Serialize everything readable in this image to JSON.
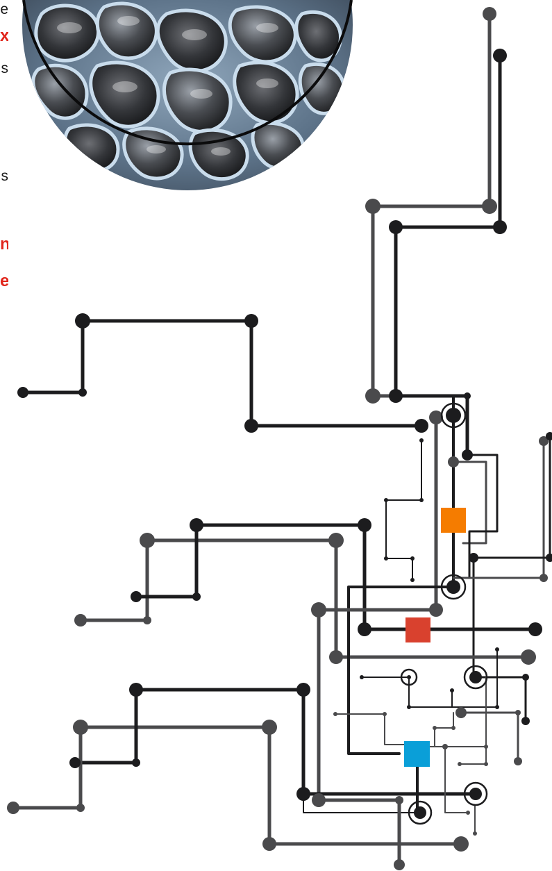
{
  "edge_text": [
    "e",
    "x",
    "s",
    "s",
    "n",
    "e"
  ],
  "colors": {
    "dark_trace": "#1c1c1e",
    "grey_trace": "#4a4a4c",
    "accent_red_text": "#e1261c",
    "square_orange": "#f57c00",
    "square_red": "#d9412e",
    "square_blue": "#0a9fd8"
  },
  "illustration": {
    "subject": "foam-cell-micrograph",
    "style": "circuit-trace-network"
  }
}
